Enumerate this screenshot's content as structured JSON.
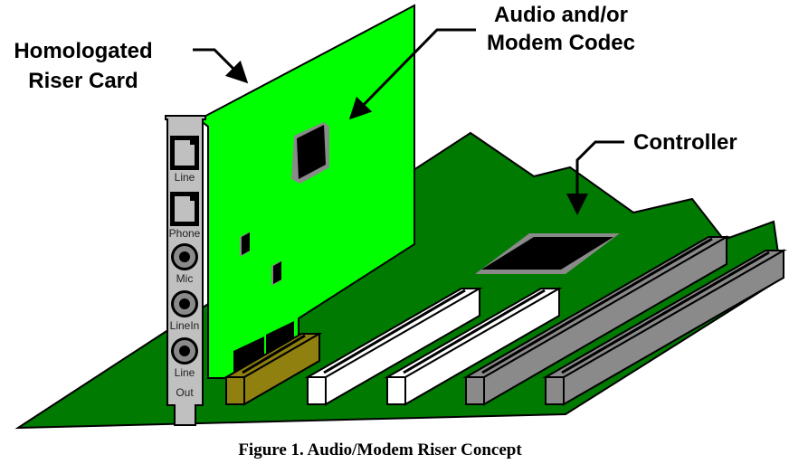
{
  "figure": {
    "caption": "Figure 1.  Audio/Modem Riser Concept",
    "type": "hardware concept diagram"
  },
  "callouts": {
    "riser_card": [
      "Homologated",
      "Riser Card"
    ],
    "codec": [
      "Audio and/or",
      "Modem Codec"
    ],
    "controller": "Controller"
  },
  "bracket_ports": [
    {
      "label": "Line",
      "kind": "rj11-jack"
    },
    {
      "label": "Phone",
      "kind": "rj11-jack"
    },
    {
      "label": "Mic",
      "kind": "audio-jack"
    },
    {
      "label": "LineIn",
      "kind": "audio-jack"
    },
    {
      "label": "Line",
      "label2": "Out",
      "kind": "audio-jack"
    }
  ],
  "slots": [
    {
      "name": "amr-slot",
      "color": "#8f8010"
    },
    {
      "name": "pci-slot-1",
      "color": "#ffffff"
    },
    {
      "name": "pci-slot-2",
      "color": "#ffffff"
    },
    {
      "name": "isa-slot-1",
      "color": "#8a8a8a"
    },
    {
      "name": "isa-slot-2",
      "color": "#8a8a8a"
    }
  ],
  "colors": {
    "motherboard": "#007a00",
    "riser_card": "#00ff00",
    "bracket": "#c0c0c0",
    "chip": "#000000",
    "chip_leads": "#8a8a8a"
  }
}
